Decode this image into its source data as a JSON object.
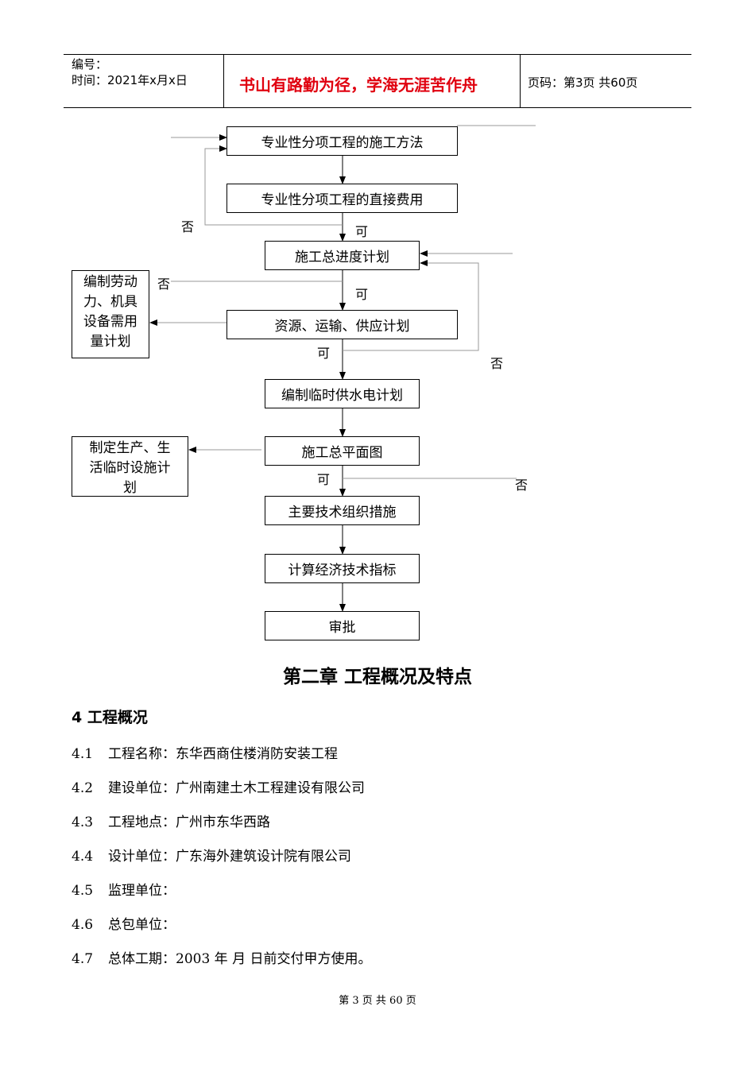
{
  "header": {
    "number_label": "编号：",
    "time_label": "时间：2021年x月x日",
    "motto": "书山有路勤为径，学海无涯苦作舟",
    "page_label": "页码：第3页  共60页"
  },
  "flowchart": {
    "step1": "专业性分项工程的施工方法",
    "step2": "专业性分项工程的直接费用",
    "step3": "施工总进度计划",
    "step4": "资源、运输、供应计划",
    "step5": "编制临时供水电计划",
    "step6": "施工总平面图",
    "step7": "主要技术组织措施",
    "step8": "计算经济技术指标",
    "step9": "审批",
    "side_labor": "编制劳动力、机具设备需用量计划",
    "side_labor_lines": [
      "编制劳动",
      "力、机具",
      "设备需用",
      "量计划"
    ],
    "side_temp_lines": [
      "制定生产、生",
      "活临时设施计",
      "划"
    ],
    "yes": "可",
    "no": "否"
  },
  "chapter_title": "第二章    工程概况及特点",
  "section_title": "4    工程概况",
  "items": [
    {
      "num": "4.1",
      "text": "工程名称：东华西商住楼消防安装工程"
    },
    {
      "num": "4.2",
      "text": "建设单位：广州南建土木工程建设有限公司"
    },
    {
      "num": "4.3",
      "text": "工程地点：广州市东华西路"
    },
    {
      "num": "4.4",
      "text": "设计单位：广东海外建筑设计院有限公司"
    },
    {
      "num": "4.5",
      "text": "监理单位："
    },
    {
      "num": "4.6",
      "text": "总包单位："
    },
    {
      "num": "4.7",
      "text": "总体工期：2003 年    月    日前交付甲方使用。"
    }
  ],
  "footer": "第 3 页 共 60 页"
}
